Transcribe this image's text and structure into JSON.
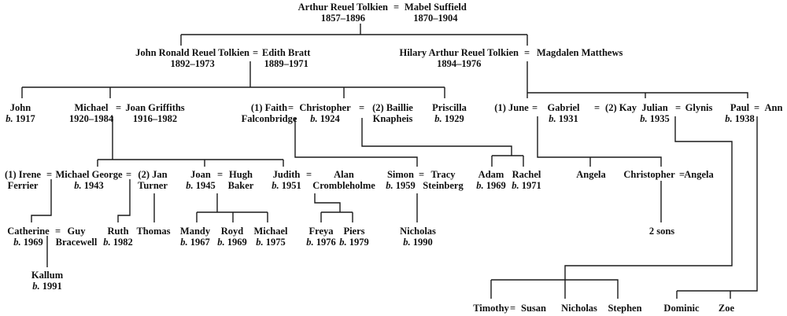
{
  "marriage_sign": "=",
  "born_prefix": "b.",
  "gen0": {
    "arthur": {
      "name": "Arthur Reuel Tolkien",
      "dates": "1857–1896"
    },
    "mabel": {
      "name": "Mabel Suffield",
      "dates": "1870–1904"
    }
  },
  "gen1": {
    "jrr": {
      "name": "John Ronald Reuel Tolkien",
      "dates": "1892–1973"
    },
    "edith": {
      "name": "Edith Bratt",
      "dates": "1889–1971"
    },
    "hilary": {
      "name": "Hilary Arthur Reuel Tolkien",
      "dates": "1894–1976"
    },
    "magdalen": {
      "name": "Magdalen Matthews"
    }
  },
  "gen2": {
    "john": {
      "name": "John",
      "born": "1917"
    },
    "michael": {
      "name": "Michael",
      "dates": "1920–1984"
    },
    "joan_griffiths": {
      "name": "Joan Griffiths",
      "dates": "1916–1982"
    },
    "faith": {
      "line1": "(1) Faith",
      "line2": "Falconbridge"
    },
    "christopher": {
      "name": "Christopher",
      "born": "1924"
    },
    "baillie": {
      "line1": "(2) Baillie",
      "line2": "Knapheis"
    },
    "priscilla": {
      "name": "Priscilla",
      "born": "1929"
    },
    "june": {
      "name": "(1) June"
    },
    "gabriel": {
      "name": "Gabriel",
      "born": "1931"
    },
    "kay": {
      "name": "(2) Kay"
    },
    "julian": {
      "name": "Julian",
      "born": "1935"
    },
    "glynis": {
      "name": "Glynis"
    },
    "paul": {
      "name": "Paul",
      "born": "1938"
    },
    "ann": {
      "name": "Ann"
    }
  },
  "gen3": {
    "irene": {
      "line1": "(1) Irene",
      "line2": "Ferrier"
    },
    "michael_george": {
      "name": "Michael George",
      "born": "1943"
    },
    "jan": {
      "line1": "(2) Jan",
      "line2": "Turner"
    },
    "joan": {
      "name": "Joan",
      "born": "1945"
    },
    "hugh": {
      "line1": "Hugh",
      "line2": "Baker"
    },
    "judith": {
      "name": "Judith",
      "born": "1951"
    },
    "alan": {
      "line1": "Alan",
      "line2": "Crombleholme"
    },
    "simon": {
      "name": "Simon",
      "born": "1959"
    },
    "tracy": {
      "line1": "Tracy",
      "line2": "Steinberg"
    },
    "adam": {
      "name": "Adam",
      "born": "1969"
    },
    "rachel": {
      "name": "Rachel",
      "born": "1971"
    },
    "angela1": {
      "name": "Angela"
    },
    "christopher2": {
      "name": "Christopher"
    },
    "angela2": {
      "name": "Angela"
    }
  },
  "gen4": {
    "catherine": {
      "name": "Catherine",
      "born": "1969"
    },
    "guy": {
      "line1": "Guy",
      "line2": "Bracewell"
    },
    "ruth": {
      "name": "Ruth",
      "born": "1982"
    },
    "thomas": {
      "name": "Thomas"
    },
    "mandy": {
      "name": "Mandy",
      "born": "1967"
    },
    "royd": {
      "name": "Royd",
      "born": "1969"
    },
    "michael3": {
      "name": "Michael",
      "born": "1975"
    },
    "freya": {
      "name": "Freya",
      "born": "1976"
    },
    "piers": {
      "name": "Piers",
      "born": "1979"
    },
    "nicholas1": {
      "name": "Nicholas",
      "born": "1990"
    },
    "two_sons": {
      "name": "2 sons"
    }
  },
  "gen5": {
    "kallum": {
      "name": "Kallum",
      "born": "1991"
    }
  },
  "bottom": {
    "timothy": {
      "name": "Timothy"
    },
    "susan": {
      "name": "Susan"
    },
    "nicholas2": {
      "name": "Nicholas"
    },
    "stephen": {
      "name": "Stephen"
    },
    "dominic": {
      "name": "Dominic"
    },
    "zoe": {
      "name": "Zoe"
    }
  }
}
